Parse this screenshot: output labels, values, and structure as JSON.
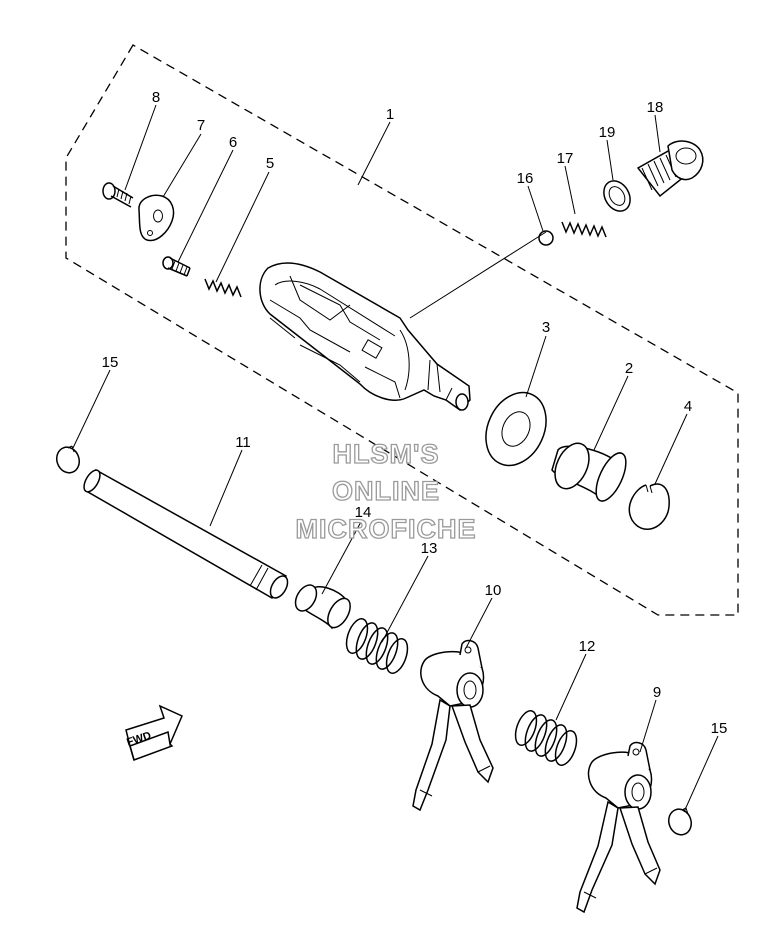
{
  "callouts": [
    {
      "id": "1",
      "text": "1"
    },
    {
      "id": "2",
      "text": "2"
    },
    {
      "id": "3",
      "text": "3"
    },
    {
      "id": "4",
      "text": "4"
    },
    {
      "id": "5",
      "text": "5"
    },
    {
      "id": "6",
      "text": "6"
    },
    {
      "id": "7",
      "text": "7"
    },
    {
      "id": "8",
      "text": "8"
    },
    {
      "id": "9",
      "text": "9"
    },
    {
      "id": "10",
      "text": "10"
    },
    {
      "id": "11",
      "text": "11"
    },
    {
      "id": "12",
      "text": "12"
    },
    {
      "id": "13",
      "text": "13"
    },
    {
      "id": "14",
      "text": "14"
    },
    {
      "id": "15a",
      "text": "15"
    },
    {
      "id": "15b",
      "text": "15"
    },
    {
      "id": "16",
      "text": "16"
    },
    {
      "id": "17",
      "text": "17"
    },
    {
      "id": "18",
      "text": "18"
    },
    {
      "id": "19",
      "text": "19"
    }
  ],
  "watermark": {
    "line1": "HLSM'S",
    "line2": "ONLINE",
    "line3": "MICROFICHE"
  },
  "fwd_label": "FWD"
}
